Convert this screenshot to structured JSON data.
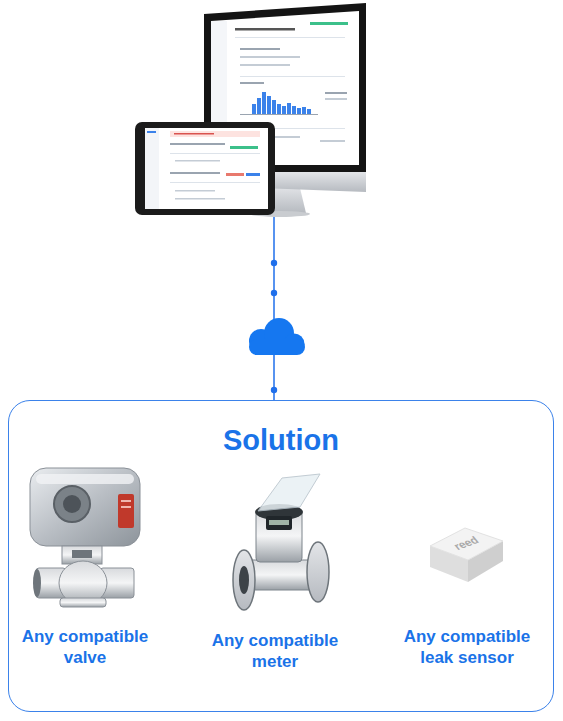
{
  "diagram": {
    "nodes": [
      {
        "text": [
          "Solution"
        ]
      }
    ],
    "labels": [
      "Any compatible valve",
      "Any compatible meter",
      "reed",
      "Any compatible leak sensor"
    ]
  }
}
